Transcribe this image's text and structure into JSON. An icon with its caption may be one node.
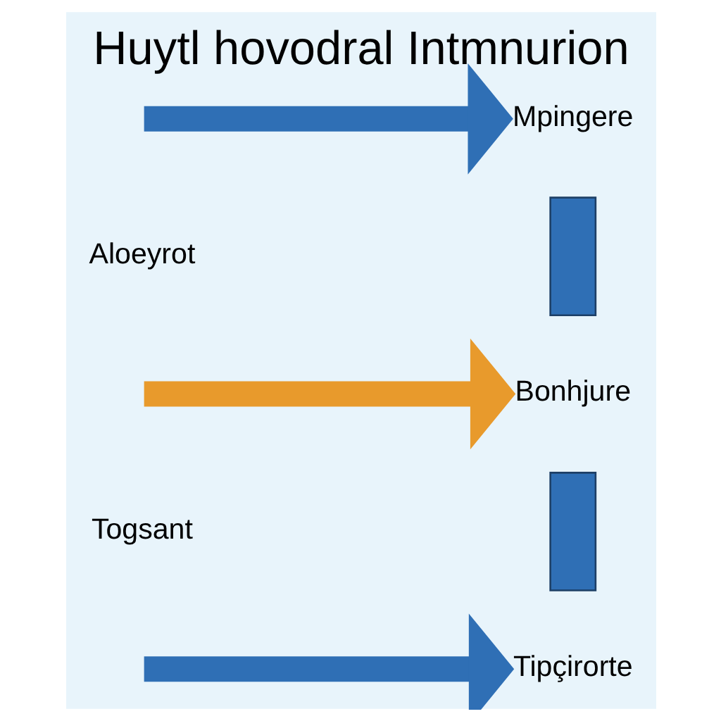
{
  "diagram": {
    "title": "Huytl hovodral Intmnurion",
    "nodes": [
      {
        "text": [
          "Mpingere"
        ]
      },
      {
        "text": [],
        "shape": "bar"
      },
      {
        "text": [
          "Bonhjure"
        ]
      },
      {
        "text": [],
        "shape": "bar"
      },
      {
        "text": [
          "Tipçirorte"
        ]
      }
    ],
    "edges": [
      {
        "from": null,
        "to": 0,
        "arrow": "to"
      },
      {
        "from": null,
        "to": 2,
        "arrow": "to",
        "color": "#e89a2c"
      },
      {
        "from": null,
        "to": 4,
        "arrow": "to"
      }
    ],
    "labels": [
      "Aloeyrot",
      "Togsant"
    ]
  }
}
